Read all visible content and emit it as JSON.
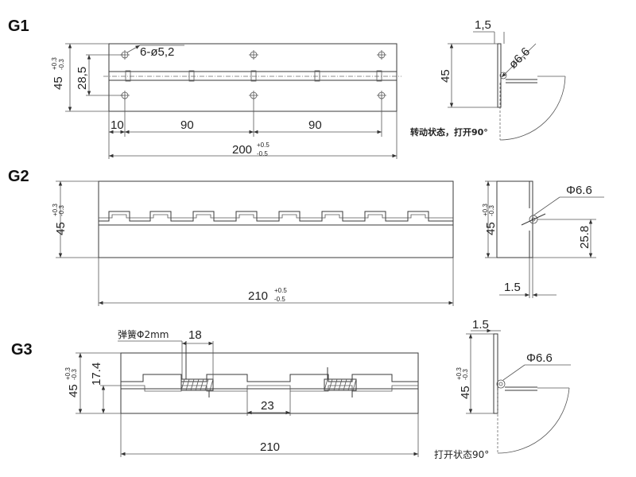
{
  "g1": {
    "label": "G1",
    "front": {
      "holes": "6-ø5,2",
      "height": "45",
      "height_tol_up": "+0.3",
      "height_tol_dn": "-0.3",
      "hole_span": "28,5",
      "edge": "10",
      "pitch_1": "90",
      "pitch_2": "90",
      "length": "200",
      "length_tol_up": "+0.5",
      "length_tol_dn": "-0.5"
    },
    "side": {
      "thickness": "1,5",
      "pin": "ø6,6",
      "height": "45",
      "note": "转动状态，打开90°"
    }
  },
  "g2": {
    "label": "G2",
    "front": {
      "height": "45",
      "height_tol_up": "+0.3",
      "height_tol_dn": "-0.3",
      "length": "210",
      "length_tol_up": "+0.5",
      "length_tol_dn": "-0.5"
    },
    "side": {
      "pin": "Φ6.6",
      "height": "45",
      "height_tol_up": "+0.3",
      "height_tol_dn": "-0.3",
      "offset": "25.8",
      "thickness": "1.5"
    }
  },
  "g3": {
    "label": "G3",
    "front": {
      "spring": "弹簧Φ2mm",
      "spring_len": "18",
      "height": "45",
      "height_tol_up": "+0.3",
      "height_tol_dn": "-0.3",
      "offset": "17.4",
      "gap": "23",
      "length": "210"
    },
    "side": {
      "thickness": "1.5",
      "pin": "Φ6.6",
      "height": "45",
      "height_tol_up": "+0.3",
      "height_tol_dn": "-0.3",
      "note": "打开状态90°"
    }
  }
}
